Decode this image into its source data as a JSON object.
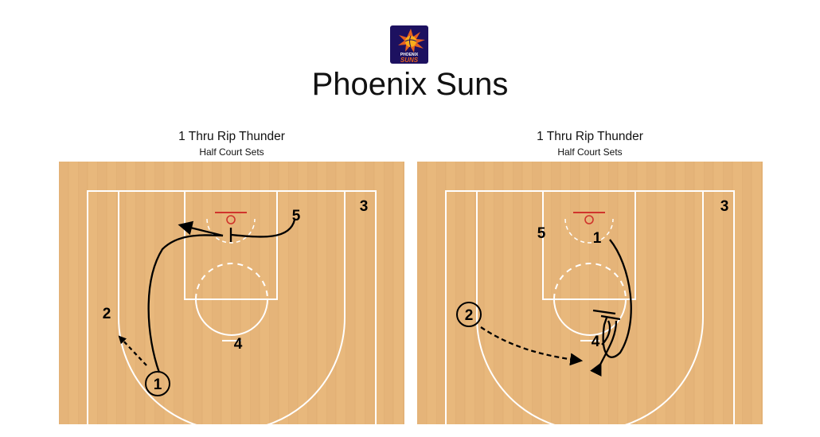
{
  "header": {
    "logo": {
      "icon": "phoenix-suns-logo",
      "text_line1": "PHOENIX",
      "text_line2": "SUNS",
      "colors": {
        "purple": "#1d1160",
        "orange": "#e56020",
        "yellow": "#f9ad1b"
      }
    },
    "title": "Phoenix Suns"
  },
  "colors": {
    "court_wood": "#e8b87c",
    "court_wood_dark": "#d9a466",
    "court_lines": "#ffffff",
    "rim": "#d0342c",
    "ink": "#000000"
  },
  "diagrams": [
    {
      "title": "1 Thru Rip Thunder",
      "subtitle": "Half Court Sets",
      "players": [
        {
          "label": "3",
          "circled": false
        },
        {
          "label": "5",
          "circled": false
        },
        {
          "label": "2",
          "circled": false
        },
        {
          "label": "4",
          "circled": false
        },
        {
          "label": "1",
          "circled": true
        }
      ]
    },
    {
      "title": "1 Thru Rip Thunder",
      "subtitle": "Half Court Sets",
      "players": [
        {
          "label": "3",
          "circled": false
        },
        {
          "label": "5",
          "circled": false
        },
        {
          "label": "1",
          "circled": false
        },
        {
          "label": "2",
          "circled": true
        },
        {
          "label": "4",
          "circled": false
        }
      ]
    }
  ]
}
